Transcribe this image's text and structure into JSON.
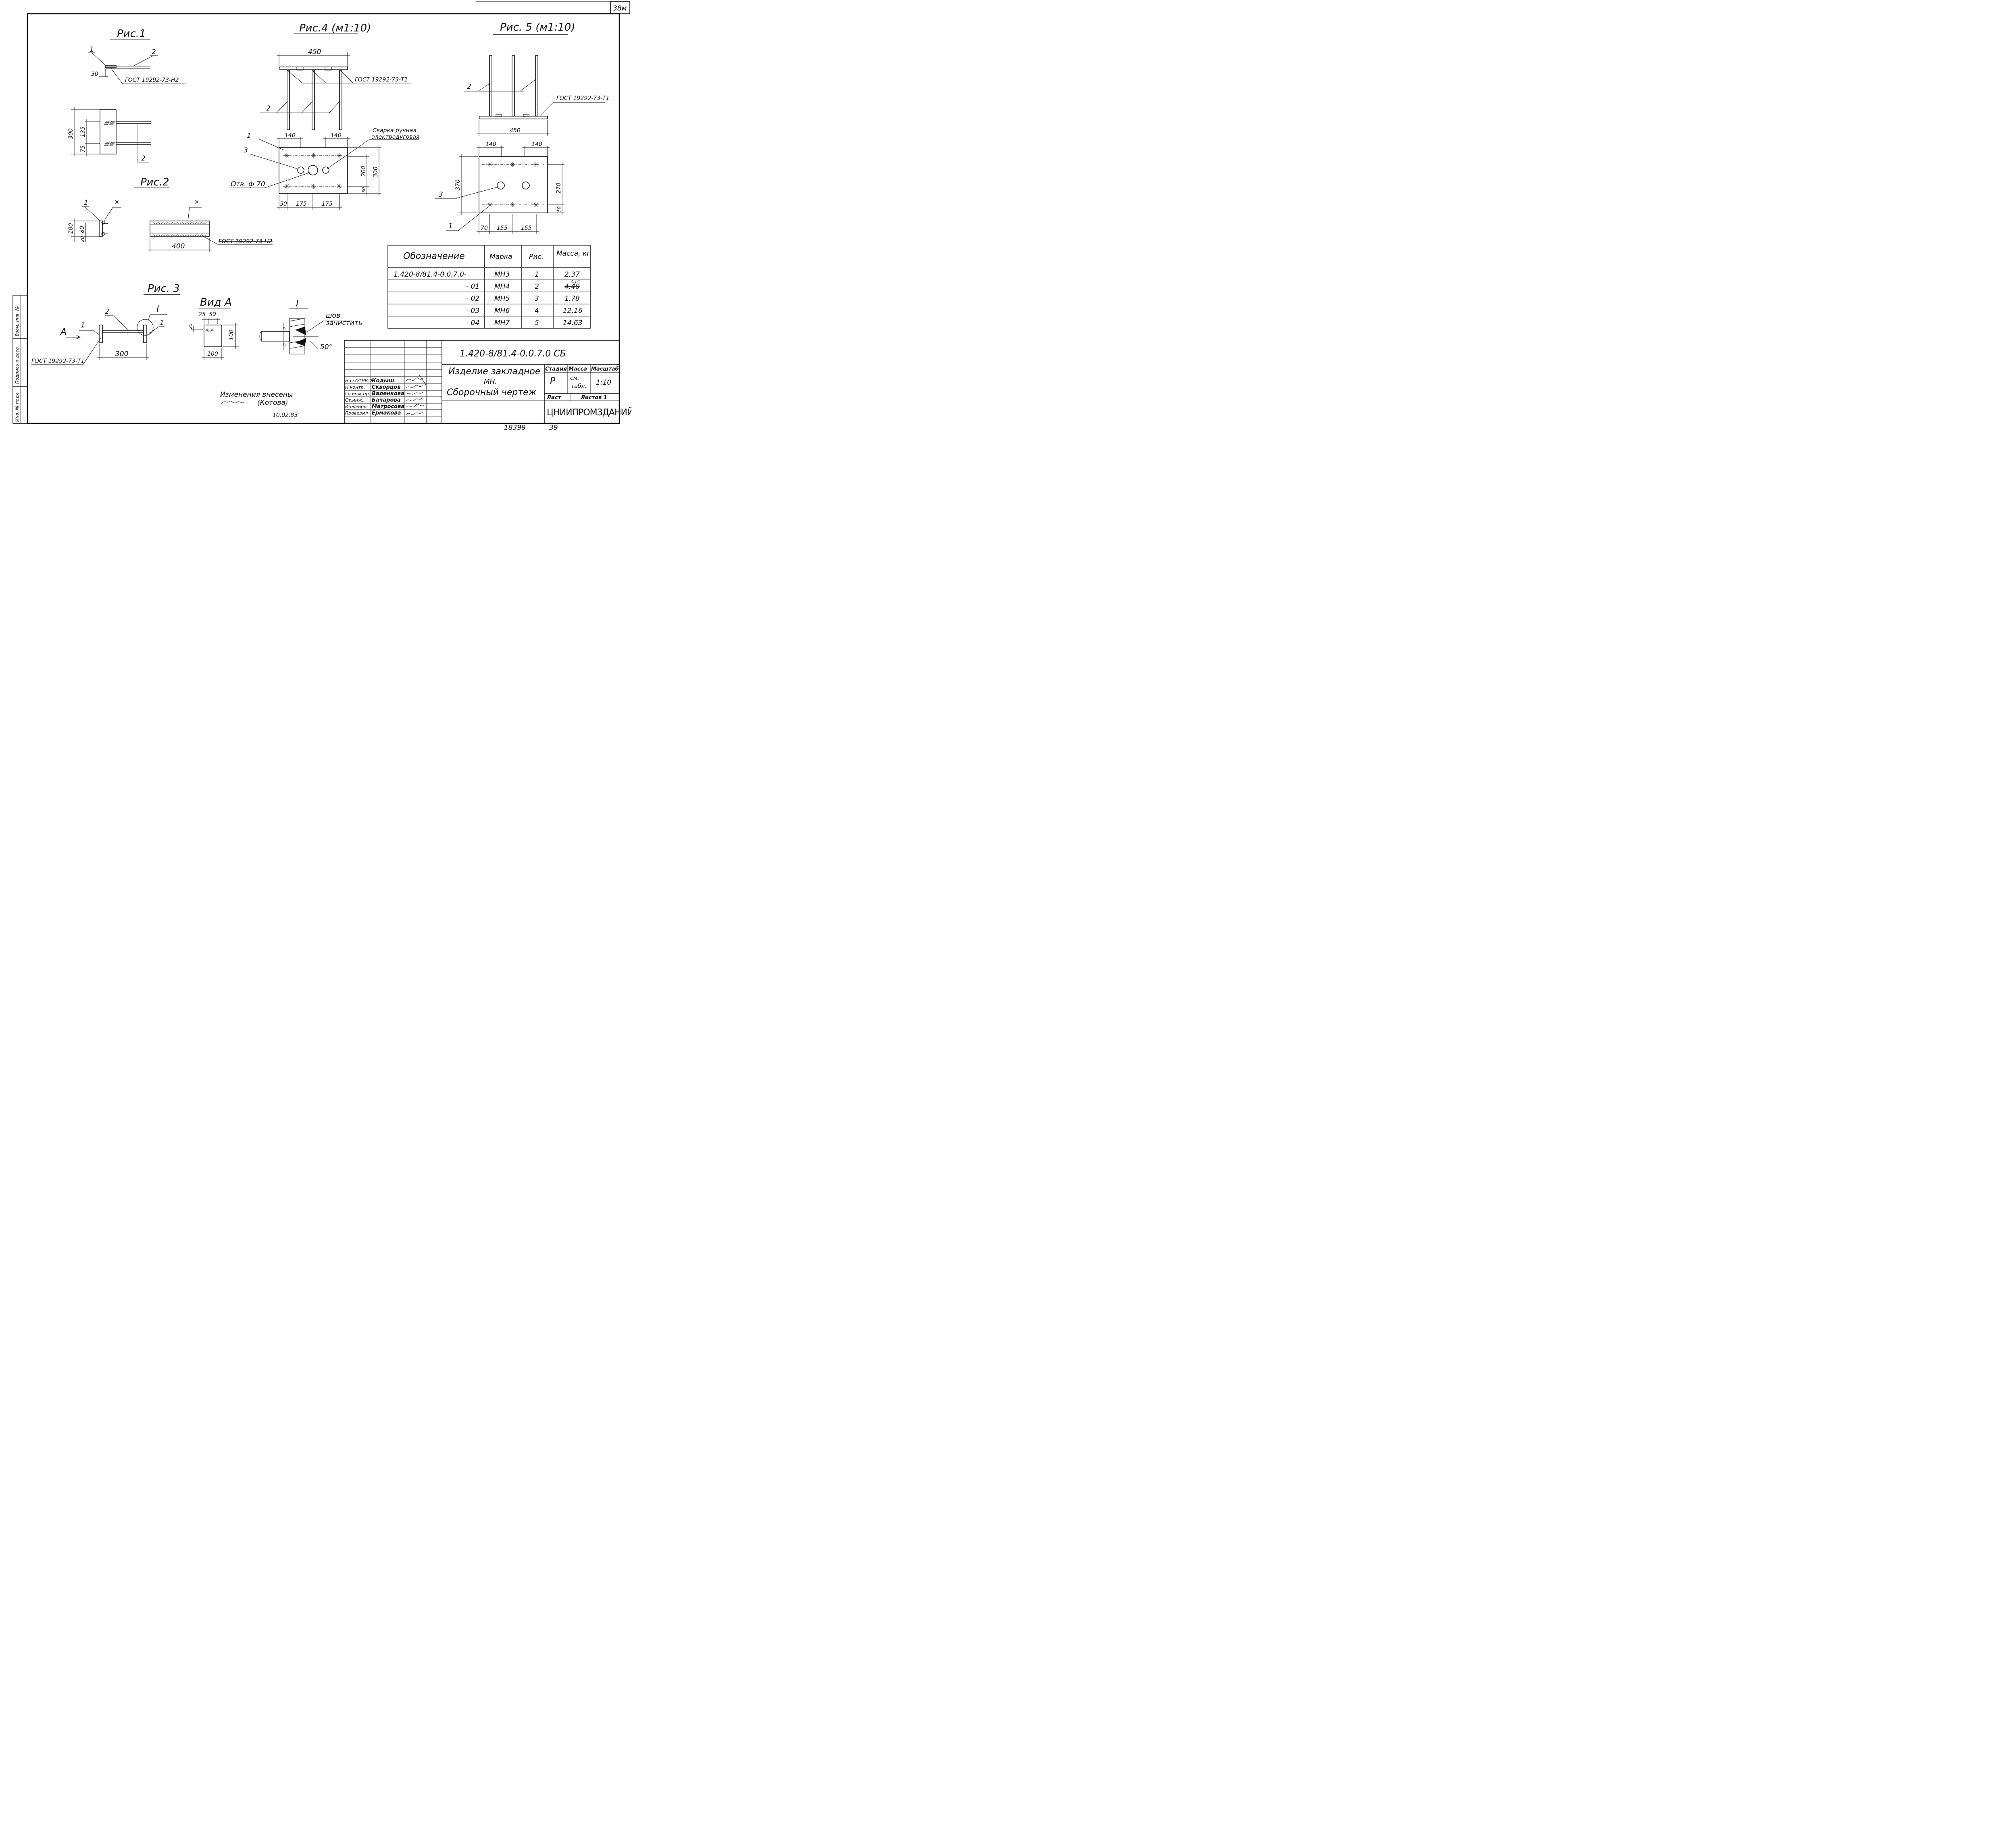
{
  "sheet": {
    "corner_number": "38м",
    "project_number": "18399",
    "sheet_number": "39"
  },
  "fig1": {
    "title": "Рис.1",
    "label_1": "1",
    "label_2": "2",
    "dim_30": "30",
    "gost": "ГОСТ 19292-73-Н2",
    "dim_300": "300",
    "dim_135": "135",
    "dim_75": "75",
    "label_2b": "2"
  },
  "fig2": {
    "title": "Рис.2",
    "label_1": "1",
    "dim_100": "100",
    "dim_80": "80",
    "dim_20": "20",
    "dim_400": "400",
    "gost": "ГОСТ 19292-73-Н2"
  },
  "fig3": {
    "title": "Рис. 3",
    "label_A": "А",
    "label_1a": "1",
    "label_1b": "1",
    "label_2": "2",
    "label_I": "I",
    "dim_300": "300",
    "gost": "ГОСТ 19292-73-Т1"
  },
  "view_a": {
    "title": "Вид А",
    "dim_25a": "25",
    "dim_50": "50",
    "dim_25b": "25",
    "dim_100v": "100",
    "dim_100h": "100"
  },
  "detail_i": {
    "title": "I",
    "note_1": "шов",
    "note_2": "зачистить",
    "angle": "50°",
    "dim_2a": "2",
    "dim_2b": "2"
  },
  "fig4": {
    "title": "Рис.4 (м1:10)",
    "dim_450": "450",
    "gost": "ГОСТ 19292-73-Т1",
    "label_2": "2",
    "label_1": "1",
    "label_3": "3",
    "dim_140a": "140",
    "dim_140b": "140",
    "weld_1": "Сварка ручная",
    "weld_2": "электродуговая",
    "hole": "Отв. ф 70",
    "dim_200": "200",
    "dim_300": "300",
    "dim_50v": "50",
    "dim_50": "50",
    "dim_175a": "175",
    "dim_175b": "175"
  },
  "fig5": {
    "title": "Рис. 5 (м1:10)",
    "label_2": "2",
    "gost": "ГОСТ 19292-73-Т1",
    "dim_450": "450",
    "dim_140a": "140",
    "dim_140b": "140",
    "dim_370": "370",
    "dim_270": "270",
    "dim_50": "50",
    "label_3": "3",
    "label_1": "1",
    "dim_70": "70",
    "dim_155a": "155",
    "dim_155b": "155"
  },
  "spec_table": {
    "headers": [
      "Обозначение",
      "Марка",
      "Рис.",
      "Масса, кг"
    ],
    "rows": [
      [
        "1.420-8/81.4-0.0.7.0-",
        "МН3",
        "1",
        "2,37"
      ],
      [
        "- 01",
        "МН4",
        "2",
        "4.40"
      ],
      [
        "- 02",
        "МН5",
        "3",
        "1.78"
      ],
      [
        "- 03",
        "МН6",
        "4",
        "12,16"
      ],
      [
        "- 04",
        "МН7",
        "5",
        "14.63"
      ]
    ],
    "mass_correction": "3,14"
  },
  "title_block": {
    "code": "1.420-8/81.4-0.0.7.0 СБ",
    "name_line1": "Изделие закладное",
    "name_line2": "МН.",
    "name_line3": "Сборочный чертеж",
    "stage_label": "Стадия",
    "mass_label": "Масса",
    "scale_label": "Масштаб",
    "stage_value": "Р",
    "mass_value_1": "см.",
    "mass_value_2": "табл.",
    "scale_value": "1:10",
    "sheet_label": "Лист",
    "sheets_label": "Листов 1",
    "org": "ЦНИИПРОМЗДАНИЙ",
    "people": [
      {
        "role": "Нач.ОТНК-2",
        "name": "Кодыш"
      },
      {
        "role": "Н.контр.",
        "name": "Скворцов"
      },
      {
        "role": "Гл.инж.пр.",
        "name": "Валенкова"
      },
      {
        "role": "Ст.инж.",
        "name": "Бачарова"
      },
      {
        "role": "Инженер",
        "name": "Матросова"
      },
      {
        "role": "Проверил",
        "name": "Ермакова"
      }
    ]
  },
  "changes": {
    "line1": "Изменения внесены",
    "line2": "(Котова)",
    "date": "10.02.83"
  },
  "side_stamp": {
    "cell1": "Инв. № подл.",
    "cell2": "Подпись и дата",
    "cell3": "Взам. инв. №"
  }
}
